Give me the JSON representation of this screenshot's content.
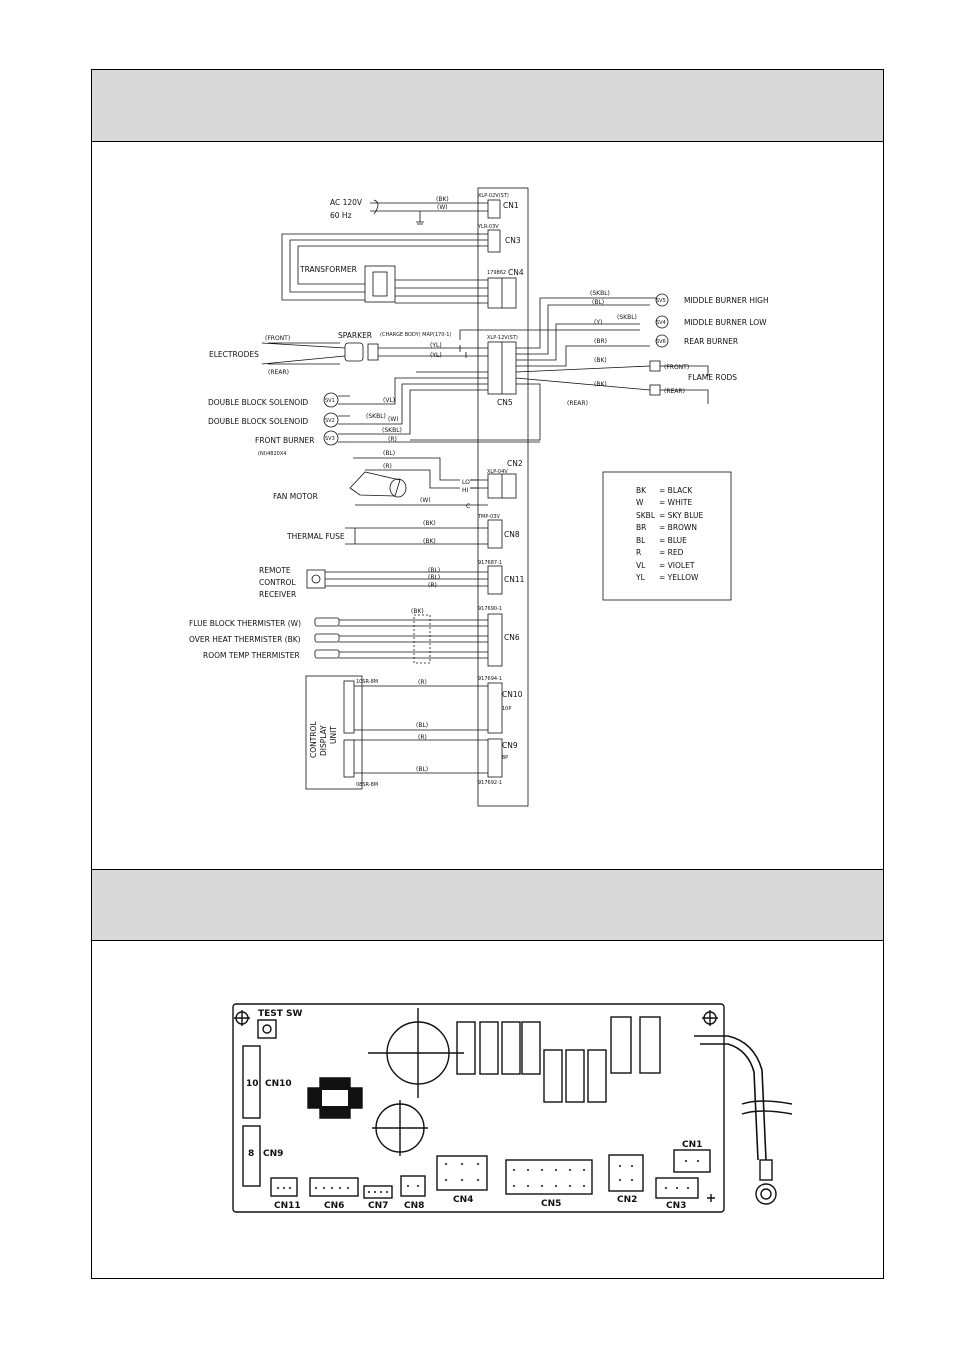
{
  "power": {
    "line1": "AC 120V",
    "line2": "60 Hz"
  },
  "components": {
    "transformer": "TRANSFORMER",
    "sparker": "SPARKER",
    "sparker_part": "(CHARGE BODY) MAP(170-1)",
    "electrodes": "ELECTRODES",
    "front": "(FRONT)",
    "rear": "(REAR)",
    "dbs1": "DOUBLE BLOCK SOLENOID",
    "dbs2": "DOUBLE BLOCK SOLENOID",
    "front_burner": "FRONT BURNER",
    "ni_part": "(NI)4820X4",
    "fan_motor": "FAN MOTOR",
    "thermal_fuse": "THERMAL FUSE",
    "remote1": "REMOTE",
    "remote2": "CONTROL",
    "remote3": "RECEIVER",
    "flue": "FLUE BLOCK THERMISTER (W)",
    "overheat": "OVER HEAT THERMISTER (BK)",
    "room": "ROOM TEMP THERMISTER",
    "control1": "CONTROL",
    "control2": "DISPLAY",
    "control3": "UNIT",
    "mid_high": "MIDDLE BURNER HIGH",
    "mid_low": "MIDDLE BURNER LOW",
    "rear_burner": "REAR BURNER",
    "flame_rods": "FLAME RODS",
    "front_rod": "(FRONT)",
    "rear_rod": "(REAR)",
    "rear_label": "(REAR)"
  },
  "valves": {
    "sv1": "SV1",
    "sv2": "SV2",
    "sv3": "SV3",
    "sv4": "SV4",
    "sv5": "SV5",
    "sv6": "SV6"
  },
  "connectors": {
    "cn1": "CN1",
    "cn2": "CN2",
    "cn3": "CN3",
    "cn4": "CN4",
    "cn5": "CN5",
    "cn6": "CN6",
    "cn8": "CN8",
    "cn9": "CN9",
    "cn10": "CN10",
    "cn11": "CN11",
    "cn1_part": "XLP-02V(ST)",
    "cn3_part": "YLR-03V",
    "cn4_part": "179862",
    "cn5_part": "XLP-12V(ST)",
    "cn2_part": "XLP-04V",
    "cn8_part": "TMP-03V",
    "cn11_part": "917687-1",
    "cn6_part": "917690-1",
    "cn10_part": "917694-1",
    "cn9_part": "917692-1",
    "cn10_pins": "10P",
    "cn9_pins": "8P",
    "display_top": "10SR-8M",
    "display_bot": "08SR-8M"
  },
  "pins": {
    "lo": "LO",
    "hi": "HI",
    "c": "C"
  },
  "wire_tags": {
    "bk": "(BK)",
    "w": "(W)",
    "vl": "(VL)",
    "yl": "(YL)",
    "skbl": "(SKBL)",
    "bl": "(BL)",
    "r": "(R)",
    "y": "(Y)",
    "br": "(BR)"
  },
  "legend": [
    {
      "code": "BK",
      "name": "= BLACK"
    },
    {
      "code": "W",
      "name": "= WHITE"
    },
    {
      "code": "SKBL",
      "name": "= SKY BLUE"
    },
    {
      "code": "BR",
      "name": "= BROWN"
    },
    {
      "code": "BL",
      "name": "= BLUE"
    },
    {
      "code": "R",
      "name": "= RED"
    },
    {
      "code": "VL",
      "name": "= VIOLET"
    },
    {
      "code": "YL",
      "name": "= YELLOW"
    }
  ],
  "board": {
    "test_sw": "TEST SW",
    "cn10": "CN10",
    "cn10_num": "10",
    "cn9": "CN9",
    "cn9_num": "8",
    "cn11": "CN11",
    "cn6": "CN6",
    "cn7": "CN7",
    "cn8": "CN8",
    "cn4": "CN4",
    "cn5": "CN5",
    "cn2": "CN2",
    "cn1": "CN1",
    "cn3": "CN3"
  }
}
